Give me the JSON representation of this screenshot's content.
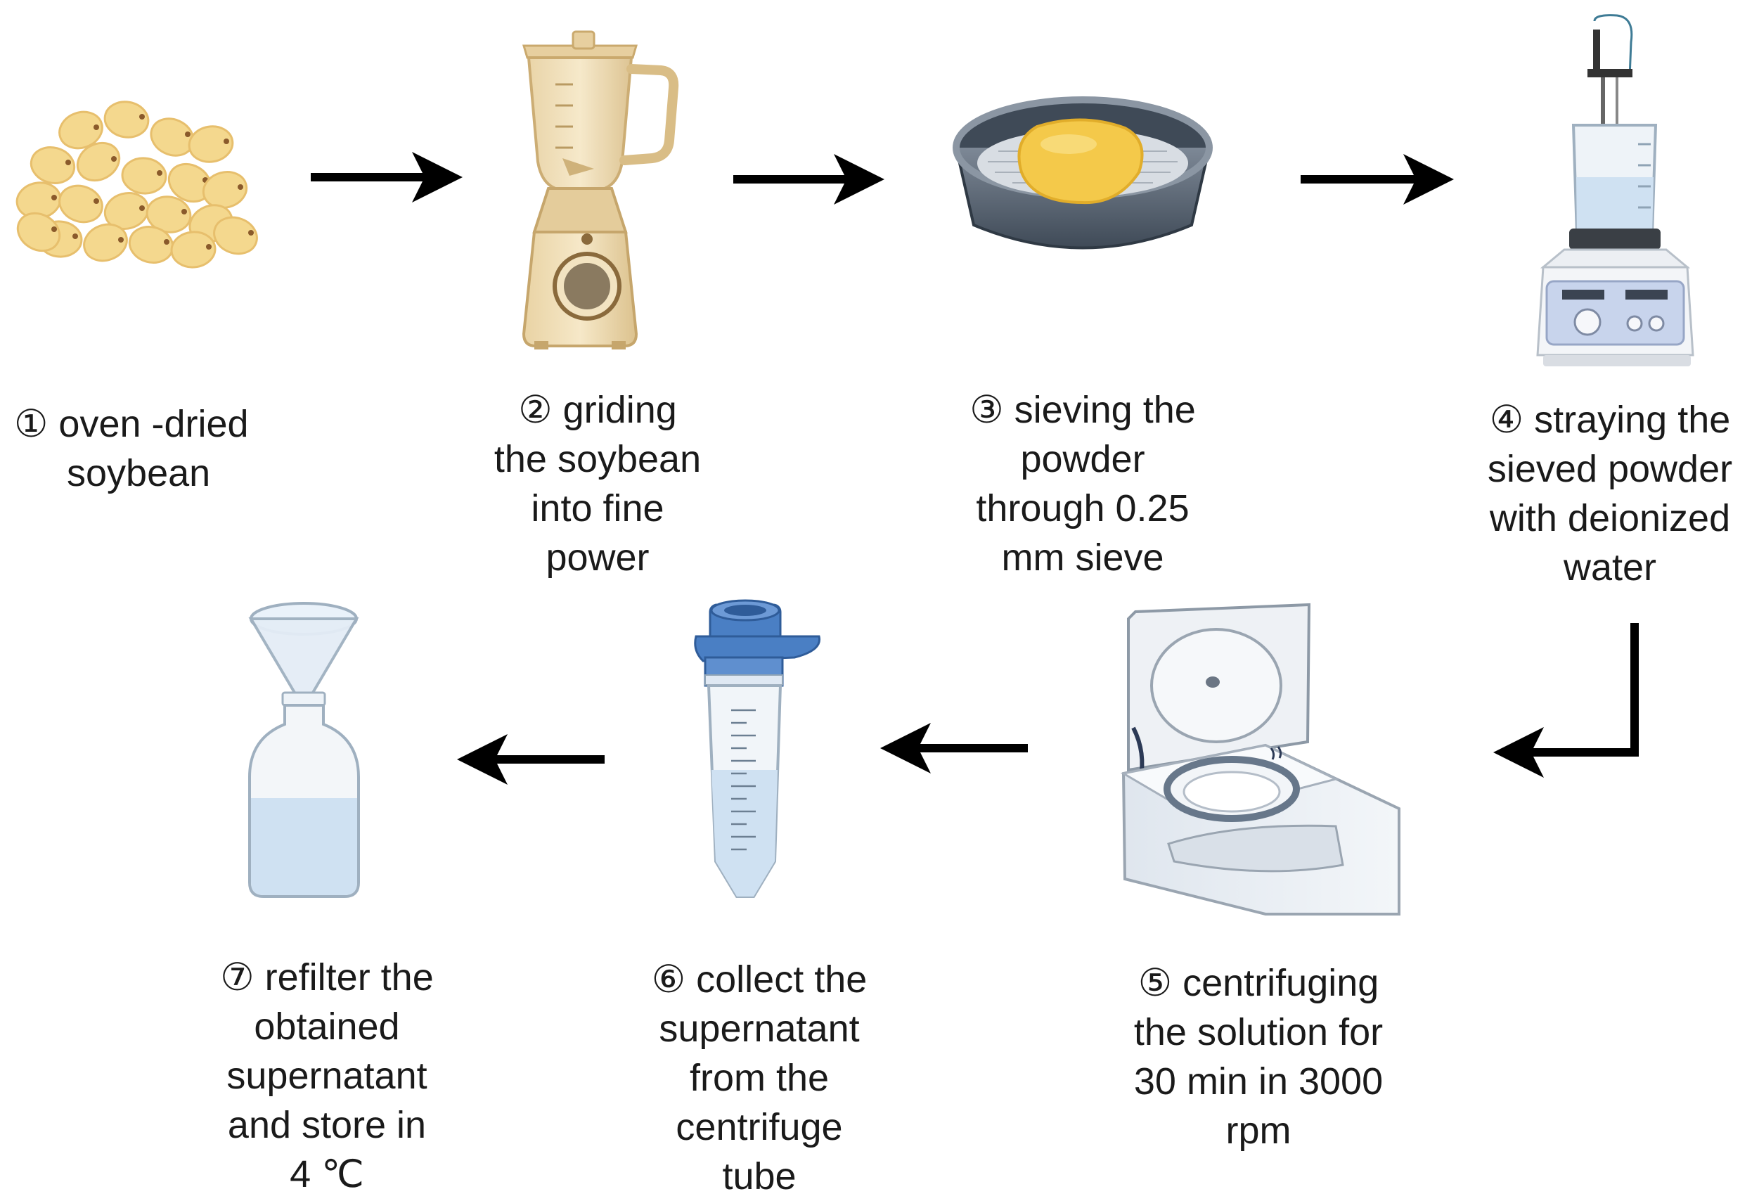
{
  "colors": {
    "bean": "#f4d88e",
    "bean_outline": "#e7bf6d",
    "arrow": "#000000",
    "blender_body": "#f1dfb8",
    "sieve_frame": "#5e6a78",
    "powder": "#f4c94a",
    "water": "#cfe1f2",
    "tube_cap": "#4a7fc4",
    "centrifuge_body": "#e9eef4"
  },
  "steps": [
    {
      "icon": "soybean-pile-icon",
      "lines": [
        "① oven -dried",
        "soybean"
      ]
    },
    {
      "icon": "blender-icon",
      "lines": [
        "② griding",
        "the soybean",
        "into fine",
        "power"
      ]
    },
    {
      "icon": "sieve-icon",
      "lines": [
        "③ sieving the",
        "powder",
        "through 0.25",
        "mm sieve"
      ]
    },
    {
      "icon": "magnetic-stirrer-icon",
      "lines": [
        "④ straying the",
        "sieved powder",
        "with deionized",
        "water"
      ]
    },
    {
      "icon": "centrifuge-icon",
      "lines": [
        "⑤ centrifuging",
        "the solution for",
        "30 min in 3000",
        "rpm"
      ]
    },
    {
      "icon": "centrifuge-tube-icon",
      "lines": [
        "⑥ collect the",
        "supernatant",
        "from the",
        "centrifuge",
        "tube"
      ]
    },
    {
      "icon": "funnel-bottle-icon",
      "lines": [
        "⑦ refilter the",
        "obtained",
        "supernatant",
        "and store in",
        "4 ℃"
      ]
    }
  ]
}
